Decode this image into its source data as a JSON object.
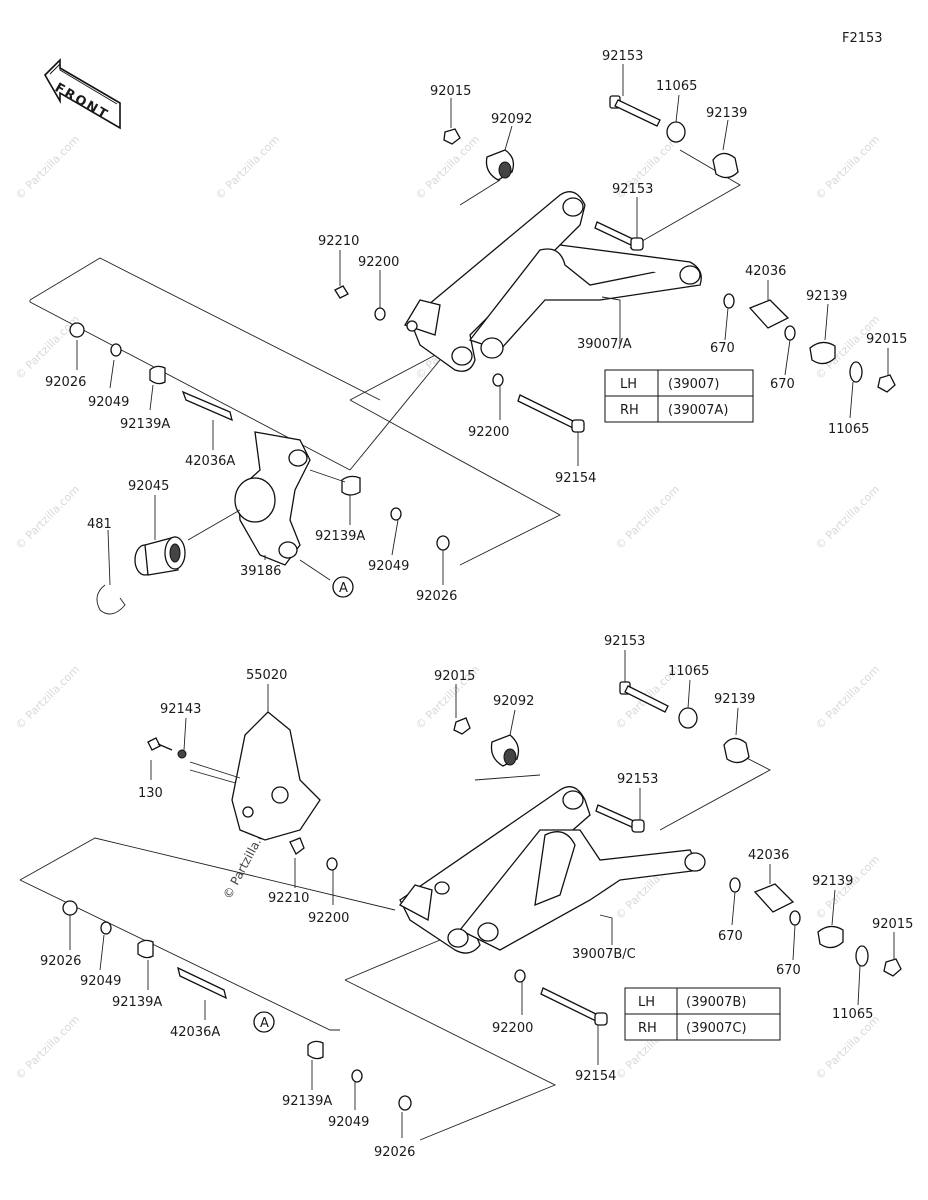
{
  "diagram_code": "F2153",
  "front_label": "FRONT",
  "watermark_text": "© Partzilla.com",
  "footer_lines": [
    "",
    ""
  ],
  "top": {
    "labels": [
      "92153",
      "11065",
      "92139",
      "92015",
      "92092",
      "92153",
      "92210",
      "92200",
      "42036",
      "92139",
      "92015",
      "39007/A",
      "670",
      "670",
      "11065",
      "92026",
      "92049",
      "92139A",
      "42036A",
      "92200",
      "92154",
      "92045",
      "481",
      "92139A",
      "92049",
      "92026",
      "39186"
    ],
    "callout": "A",
    "table": [
      {
        "side": "LH",
        "code": "(39007)"
      },
      {
        "side": "RH",
        "code": "(39007A)"
      }
    ]
  },
  "bottom": {
    "labels": [
      "92153",
      "11065",
      "92139",
      "55020",
      "92015",
      "92092",
      "92143",
      "130",
      "92153",
      "42036",
      "92139",
      "92015",
      "92210",
      "92200",
      "39007B/C",
      "670",
      "670",
      "11065",
      "92026",
      "92049",
      "92139A",
      "42036A",
      "92200",
      "92154",
      "92139A",
      "92049",
      "92026"
    ],
    "callout": "A",
    "table": [
      {
        "side": "LH",
        "code": "(39007B)"
      },
      {
        "side": "RH",
        "code": "(39007C)"
      }
    ]
  }
}
